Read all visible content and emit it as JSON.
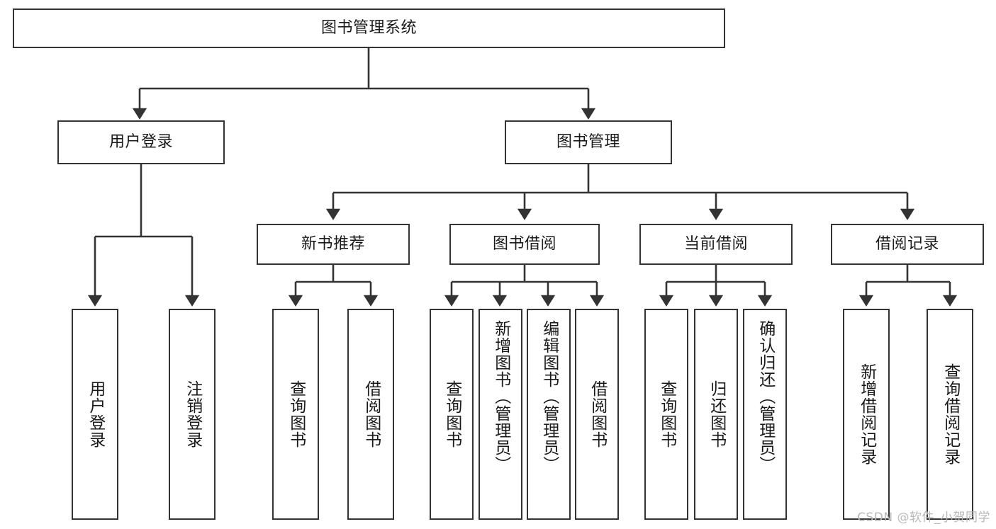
{
  "diagram": {
    "title": "图书管理系统",
    "type": "tree",
    "watermark": "CSDN @软件_小贺同学",
    "colors": {
      "stroke": "#333333",
      "fill": "#ffffff",
      "text": "#1a1a1a",
      "watermark": "#b8b8b8"
    },
    "nodes": {
      "root": {
        "label": "图书管理系统"
      },
      "level2": [
        {
          "label": "用户登录"
        },
        {
          "label": "图书管理"
        }
      ],
      "level3": [
        {
          "label": "新书推荐"
        },
        {
          "label": "图书借阅"
        },
        {
          "label": "当前借阅"
        },
        {
          "label": "借阅记录"
        }
      ],
      "leaves_user_login": [
        {
          "label": "用户登录"
        },
        {
          "label": "注销登录"
        }
      ],
      "leaves_new_books": [
        {
          "label": "查询图书"
        },
        {
          "label": "借阅图书"
        }
      ],
      "leaves_borrow": [
        {
          "label": "查询图书"
        },
        {
          "label": "新增图书（管理员）"
        },
        {
          "label": "编辑图书（管理员）"
        },
        {
          "label": "借阅图书"
        }
      ],
      "leaves_current": [
        {
          "label": "查询图书"
        },
        {
          "label": "归还图书"
        },
        {
          "label": "确认归还（管理员）"
        }
      ],
      "leaves_records": [
        {
          "label": "新增借阅记录"
        },
        {
          "label": "查询借阅记录"
        }
      ]
    }
  }
}
